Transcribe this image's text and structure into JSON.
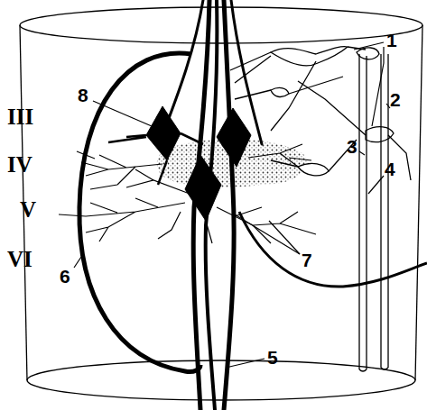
{
  "diagram": {
    "labels": [
      "III",
      "IV",
      "V",
      "VI",
      "1",
      "2",
      "3",
      "4",
      "5",
      "6",
      "7",
      "8"
    ]
  }
}
